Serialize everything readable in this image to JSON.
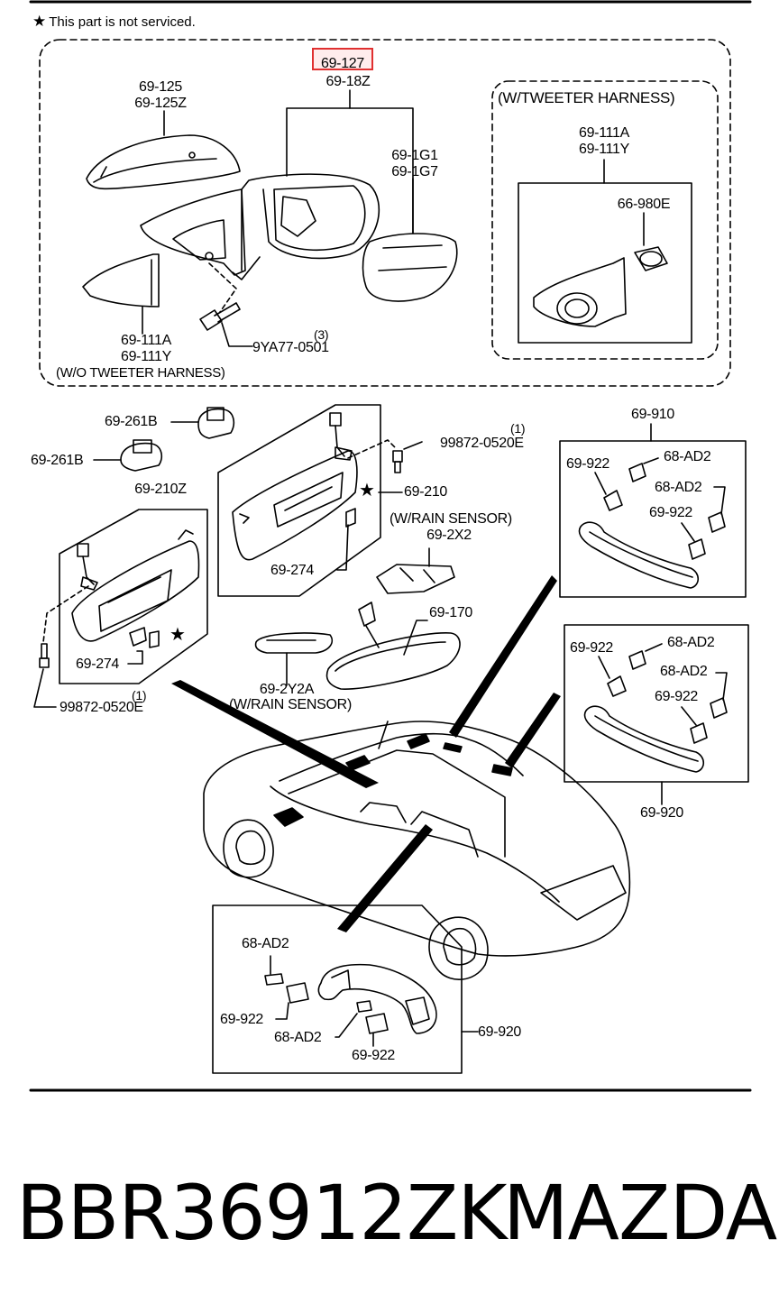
{
  "note": {
    "star": "★",
    "text": "This part is not serviced."
  },
  "mirror_section": {
    "highlight_label": "69-127",
    "labels": {
      "a": "69-18Z",
      "b1": "69-125",
      "b2": "69-125Z",
      "c1": "69-1G1",
      "c2": "69-1G7",
      "d1": "69-111A",
      "d2": "69-111Y",
      "e": "9YA77-0501",
      "e_qty": "(3)",
      "f": "(W/O TWEETER HARNESS)"
    },
    "tweeter": {
      "title": "(W/TWEETER HARNESS)",
      "l1": "69-111A",
      "l2": "69-111Y",
      "l3": "66-980E"
    }
  },
  "visor_section": {
    "l261a": "69-261B",
    "l261b": "69-261B",
    "l210z": "69-210Z",
    "l274a": "69-274",
    "bolt_qty_left": "(1)",
    "bolt_left": "99872-0520E",
    "bolt_qty_right": "(1)",
    "bolt_right": "99872-0520E",
    "l210": "69-210",
    "rain": "(W/RAIN SENSOR)",
    "l2x2": "69-2X2",
    "l274b": "69-274",
    "l170": "69-170",
    "l2y2a": "69-2Y2A",
    "rain2": "(W/RAIN SENSOR)",
    "star": "★"
  },
  "handle_top": {
    "title": "69-910",
    "l1": "69-922",
    "l2": "68-AD2",
    "l3": "68-AD2",
    "l4": "69-922"
  },
  "handle_mid": {
    "title": "69-920",
    "l1": "69-922",
    "l2": "68-AD2",
    "l3": "68-AD2",
    "l4": "69-922"
  },
  "handle_bottom": {
    "l1": "68-AD2",
    "l2": "69-922",
    "l3": "68-AD2",
    "l4": "69-922",
    "l5": "69-920"
  },
  "caption": {
    "part_number": "BBR36912ZK",
    "brand": "MAZDA"
  }
}
